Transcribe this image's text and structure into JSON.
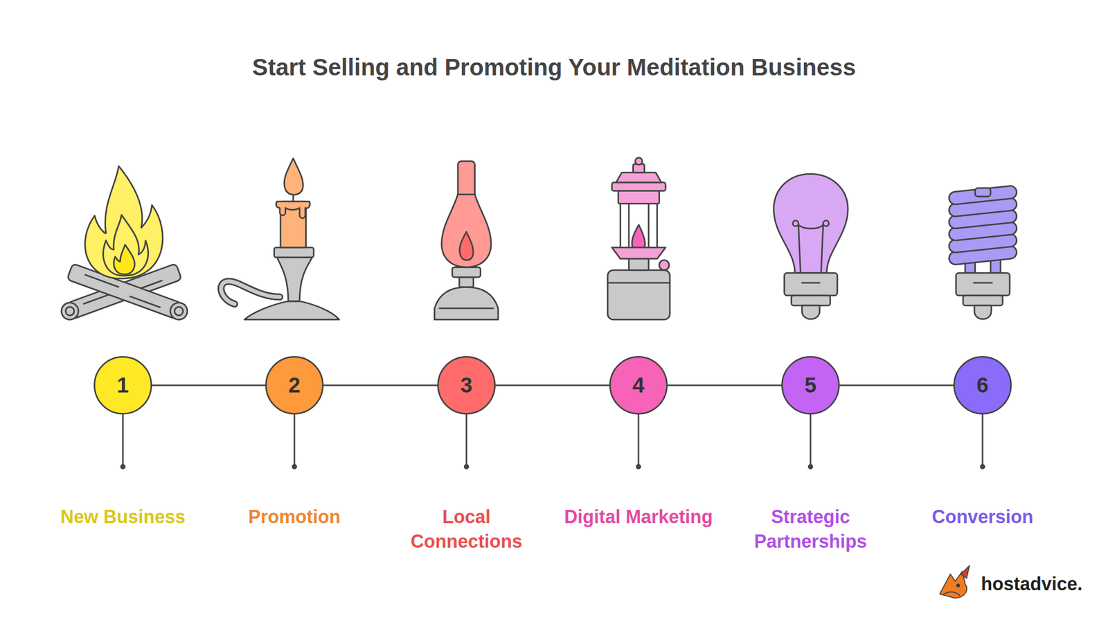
{
  "diagram": {
    "title": "Start Selling and Promoting Your Meditation Business",
    "nodes": [
      {
        "text": [
          "1",
          "New Business"
        ]
      },
      {
        "text": [
          "2",
          "Promotion"
        ]
      },
      {
        "text": [
          "3",
          "Local Connections"
        ]
      },
      {
        "text": [
          "4",
          "Digital Marketing"
        ]
      },
      {
        "text": [
          "5",
          "Strategic Partnerships"
        ]
      },
      {
        "text": [
          "6",
          "Conversion"
        ]
      }
    ],
    "edges": [
      {
        "from": 0,
        "to": 1,
        "arrow": "none"
      },
      {
        "from": 1,
        "to": 2,
        "arrow": "none"
      },
      {
        "from": 2,
        "to": 3,
        "arrow": "none"
      },
      {
        "from": 3,
        "to": 4,
        "arrow": "none"
      },
      {
        "from": 4,
        "to": 5,
        "arrow": "none"
      }
    ],
    "labels": [
      "hostadvice."
    ]
  }
}
